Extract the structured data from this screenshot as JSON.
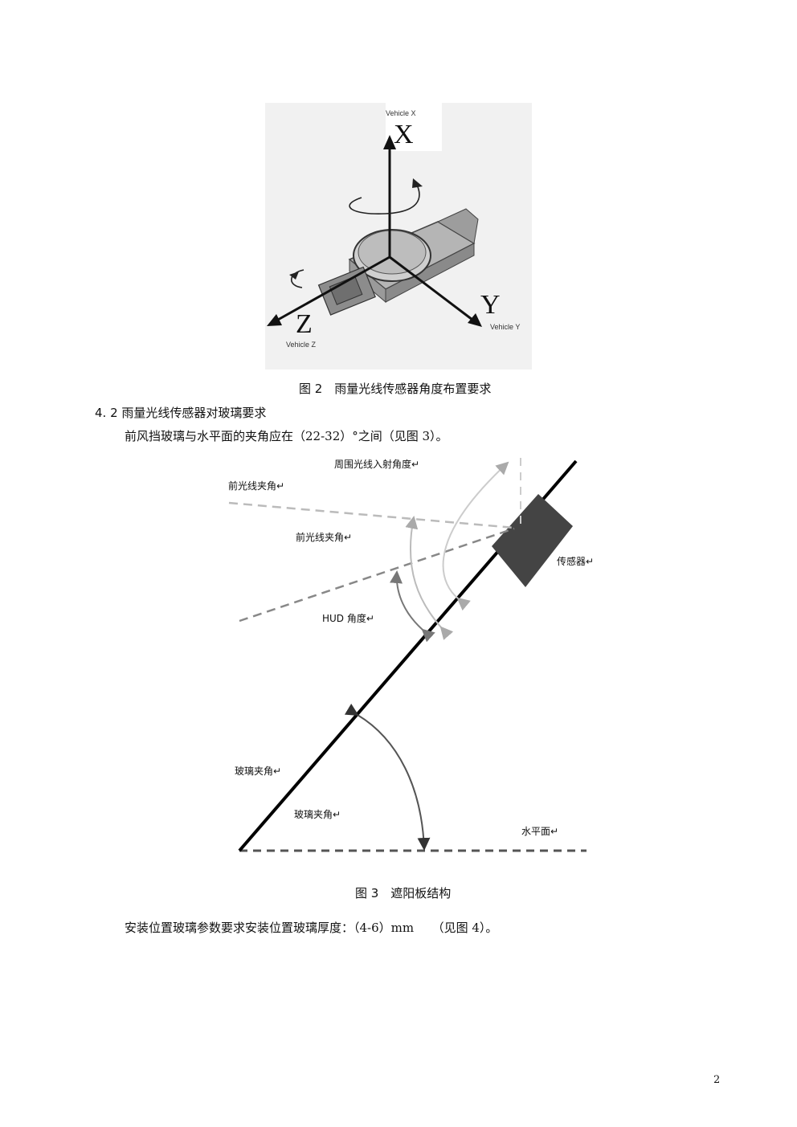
{
  "figure2": {
    "axis_x_big": "X",
    "axis_x_small": "Vehicle X",
    "axis_y_big": "Y",
    "axis_y_small": "Vehicle Y",
    "axis_z_big": "Z",
    "axis_z_small": "Vehicle Z",
    "caption": "图 2　雨量光线传感器角度布置要求"
  },
  "section": {
    "heading": "4. 2  雨量光线传感器对玻璃要求",
    "paragraph1": "前风挡玻璃与水平面的夹角应在（22-32）°之间（见图 3）。"
  },
  "figure3": {
    "label_ambient": "周围光线入射角度↵",
    "label_front_left": "前光线夹角↵",
    "label_front_mid": "前光线夹角↵",
    "label_sensor": "传感器↵",
    "label_hud": "HUD 角度↵",
    "label_glass_left": "玻璃夹角↵",
    "label_glass_mid": "玻璃夹角↵",
    "label_horizontal": "水平面↵",
    "caption": "图 3　遮阳板结构"
  },
  "paragraph2": "安装位置玻璃参数要求安装位置玻璃厚度：（4-6）mm　　（见图 4）。",
  "page_number": "2"
}
